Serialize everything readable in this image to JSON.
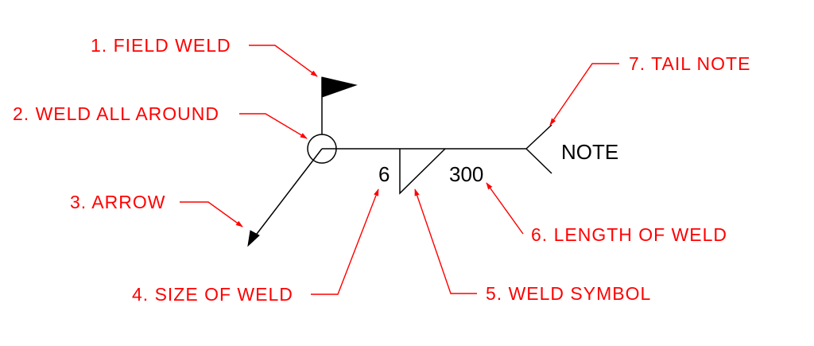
{
  "diagram": {
    "colors": {
      "symbol": "#000000",
      "callout": "#ff0000",
      "background": "#ffffff"
    },
    "symbol_text": {
      "size_value": "6",
      "length_value": "300",
      "tail_note": "NOTE"
    },
    "callouts": [
      {
        "key": "field_weld",
        "label": "1. FIELD WELD"
      },
      {
        "key": "weld_all_around",
        "label": "2. WELD ALL AROUND"
      },
      {
        "key": "arrow",
        "label": "3. ARROW"
      },
      {
        "key": "size_of_weld",
        "label": "4. SIZE OF WELD"
      },
      {
        "key": "weld_symbol",
        "label": "5. WELD SYMBOL"
      },
      {
        "key": "length_of_weld",
        "label": "6. LENGTH OF WELD"
      },
      {
        "key": "tail_note",
        "label": "7. TAIL NOTE"
      }
    ]
  }
}
